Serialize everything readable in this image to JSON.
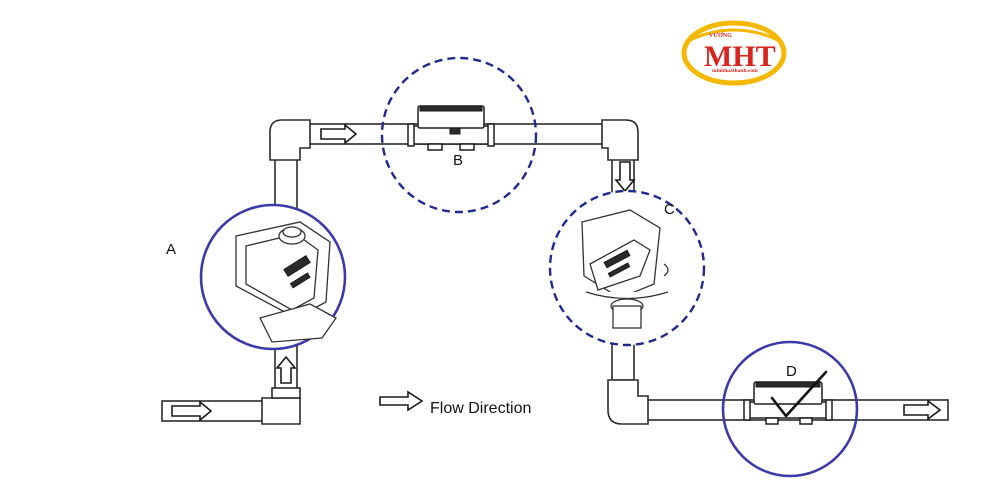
{
  "diagram": {
    "labels": {
      "a": "A",
      "b": "B",
      "c": "C",
      "d": "D"
    },
    "legend": {
      "text": "Flow Direction"
    },
    "colors": {
      "circle_a": "#3b3aa8",
      "circle_dashed": "#1f2a8c",
      "pipe_stroke": "#2b2b2b"
    }
  },
  "logo": {
    "brand": "MHT",
    "small_text": "VƯƠNG",
    "url": "minhhoathanh.com",
    "colors": {
      "ring": "#f5b800",
      "text": "#d7261e"
    }
  }
}
